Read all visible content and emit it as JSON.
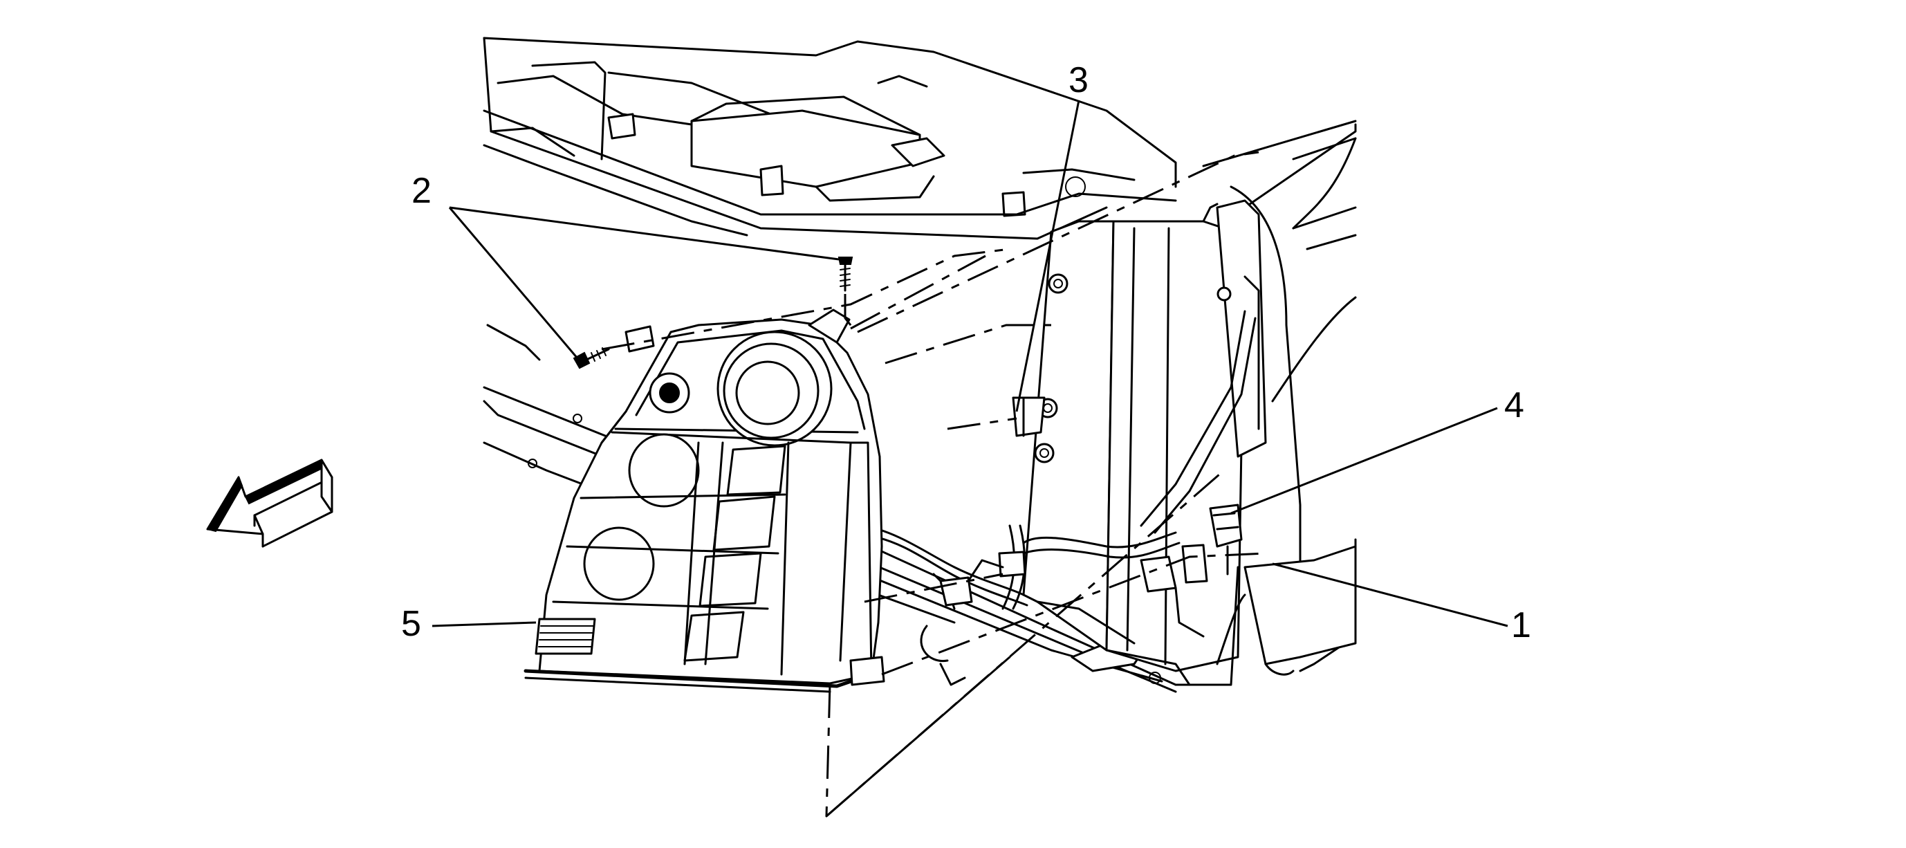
{
  "callouts": {
    "c1": "1",
    "c2": "2",
    "c3": "3",
    "c4": "4",
    "c5": "5"
  },
  "colors": {
    "line": "#000000",
    "background": "#ffffff"
  },
  "icons": {
    "direction_arrow": "forward-direction-arrow-icon"
  }
}
